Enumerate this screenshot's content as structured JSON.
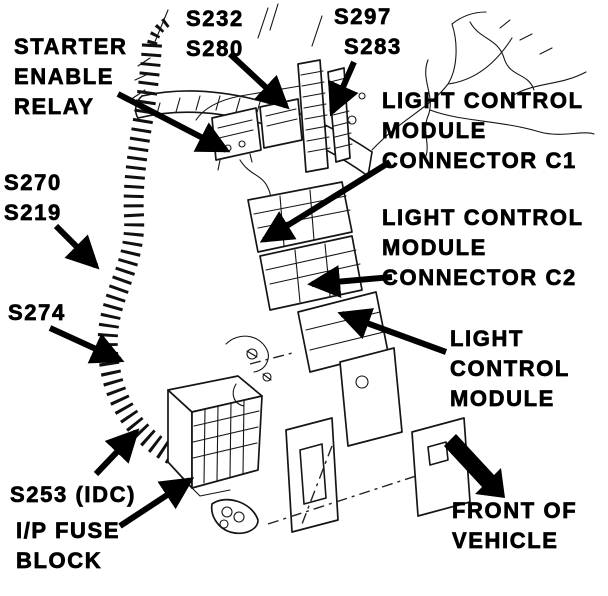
{
  "figure": {
    "background_color": "#ffffff",
    "ink_color": "#000000",
    "labels": {
      "starter_enable_relay": {
        "lines": [
          "STARTER",
          "ENABLE",
          "RELAY"
        ]
      },
      "s232_s280": {
        "lines": [
          "S232",
          "S280"
        ]
      },
      "s297_s283": {
        "lines": [
          "S297",
          "S283"
        ]
      },
      "lcm_connector_c1": {
        "lines": [
          "LIGHT CONTROL",
          "MODULE",
          "CONNECTOR C1"
        ]
      },
      "lcm_connector_c2": {
        "lines": [
          "LIGHT CONTROL",
          "MODULE",
          "CONNECTOR C2"
        ]
      },
      "s270_s219": {
        "lines": [
          "S270",
          "S219"
        ]
      },
      "s274": {
        "lines": [
          "S274"
        ]
      },
      "light_control_module": {
        "lines": [
          "LIGHT",
          "CONTROL",
          "MODULE"
        ]
      },
      "s253_idc": {
        "lines": [
          "S253 (IDC)"
        ]
      },
      "ip_fuse_block": {
        "lines": [
          "I/P FUSE",
          "BLOCK"
        ]
      },
      "front_of_vehicle": {
        "lines": [
          "FRONT OF",
          "VEHICLE"
        ]
      }
    }
  }
}
